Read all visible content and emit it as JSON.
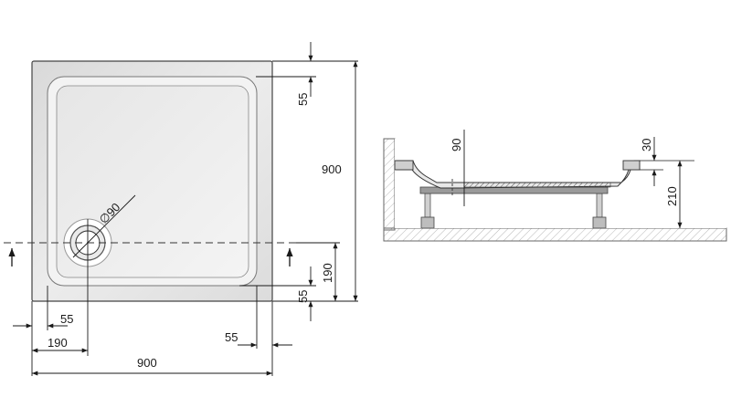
{
  "top_view": {
    "width_label": "900",
    "height_label": "900",
    "rim_top_label": "55",
    "rim_bottom_label": "55",
    "rim_left_label": "55",
    "rim_right_label": "55",
    "drain_offset_y_label": "190",
    "drain_offset_x_label": "190",
    "drain_diameter_label": "∅90"
  },
  "side_view": {
    "drain_height_label": "90",
    "rim_thickness_label": "30",
    "total_height_label": "210"
  }
}
